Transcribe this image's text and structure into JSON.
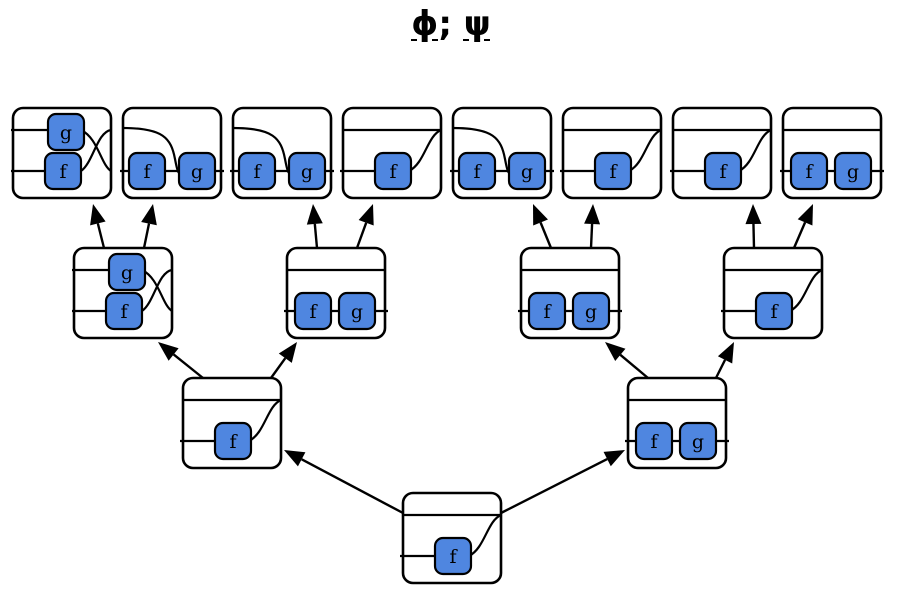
{
  "title": {
    "phi": "ϕ",
    "sep": ";",
    "space": " ",
    "psi": "ψ"
  },
  "colors": {
    "node_fill": "#4f86e0",
    "stroke": "#000000",
    "background": "#ffffff"
  },
  "diagram": {
    "type": "rewrite-tree",
    "nodes": [
      {
        "id": "root",
        "kind": "f-top-right",
        "labels": [
          "f"
        ]
      },
      {
        "id": "l1-left",
        "kind": "f-top-right",
        "labels": [
          "f"
        ]
      },
      {
        "id": "l1-right",
        "kind": "fg-line",
        "labels": [
          "f",
          "g"
        ]
      },
      {
        "id": "l2-a",
        "kind": "swap",
        "labels": [
          "g",
          "f"
        ]
      },
      {
        "id": "l2-b",
        "kind": "fg-line",
        "labels": [
          "f",
          "g"
        ]
      },
      {
        "id": "l2-c",
        "kind": "fg-line",
        "labels": [
          "f",
          "g"
        ]
      },
      {
        "id": "l2-d",
        "kind": "f-top-right",
        "labels": [
          "f"
        ]
      },
      {
        "id": "l3-1",
        "kind": "swap",
        "labels": [
          "g",
          "f"
        ]
      },
      {
        "id": "l3-2",
        "kind": "fg-curve",
        "labels": [
          "f",
          "g"
        ]
      },
      {
        "id": "l3-3",
        "kind": "fg-curve",
        "labels": [
          "f",
          "g"
        ]
      },
      {
        "id": "l3-4",
        "kind": "f-top-right",
        "labels": [
          "f"
        ]
      },
      {
        "id": "l3-5",
        "kind": "fg-curve",
        "labels": [
          "f",
          "g"
        ]
      },
      {
        "id": "l3-6",
        "kind": "f-top-right",
        "labels": [
          "f"
        ]
      },
      {
        "id": "l3-7",
        "kind": "f-top-right",
        "labels": [
          "f"
        ]
      },
      {
        "id": "l3-8",
        "kind": "fg-line",
        "labels": [
          "f",
          "g"
        ]
      }
    ],
    "edges": [
      [
        "root",
        "l1-left"
      ],
      [
        "root",
        "l1-right"
      ],
      [
        "l1-left",
        "l2-a"
      ],
      [
        "l1-left",
        "l2-b"
      ],
      [
        "l1-right",
        "l2-c"
      ],
      [
        "l1-right",
        "l2-d"
      ],
      [
        "l2-a",
        "l3-1"
      ],
      [
        "l2-a",
        "l3-2"
      ],
      [
        "l2-b",
        "l3-3"
      ],
      [
        "l2-b",
        "l3-4"
      ],
      [
        "l2-c",
        "l3-5"
      ],
      [
        "l2-c",
        "l3-6"
      ],
      [
        "l2-d",
        "l3-7"
      ],
      [
        "l2-d",
        "l3-8"
      ]
    ]
  }
}
